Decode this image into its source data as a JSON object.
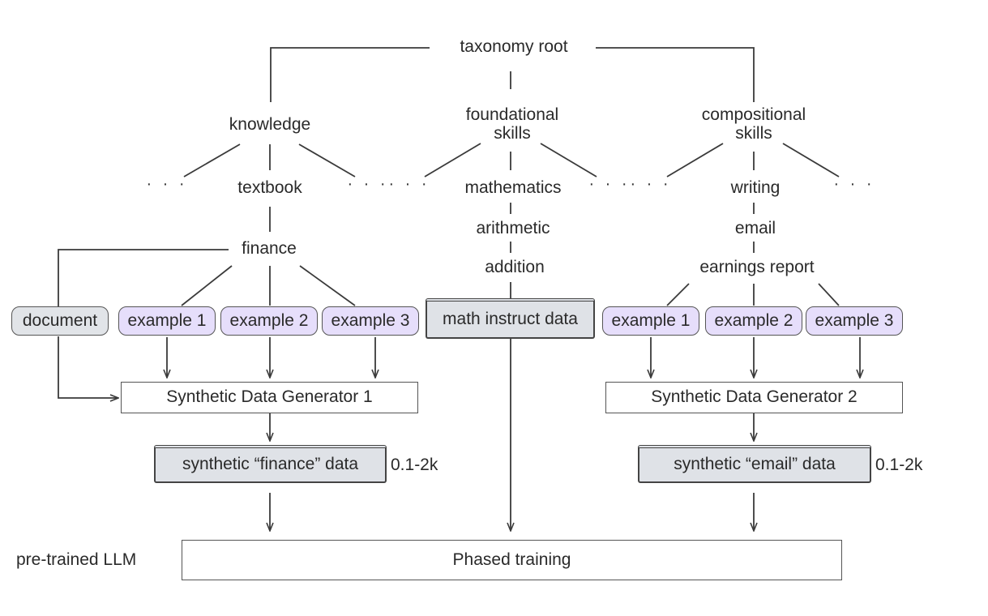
{
  "colors": {
    "line": "#3a3a3a",
    "example_fill": "#e6defb",
    "document_fill": "#e1e4e8",
    "data_fill": "#dfe2e7"
  },
  "taxonomy": {
    "root": "taxonomy root",
    "knowledge": "knowledge",
    "foundational": [
      "foundational",
      "skills"
    ],
    "compositional": [
      "compositional",
      "skills"
    ],
    "textbook": "textbook",
    "mathematics": "mathematics",
    "writing": "writing",
    "finance": "finance",
    "arithmetic": "arithmetic",
    "addition": "addition",
    "email": "email",
    "earnings_report": "earnings report",
    "ellipsis": "· · ·"
  },
  "left_branch": {
    "document": "document",
    "examples": [
      "example 1",
      "example 2",
      "example 3"
    ],
    "generator": "Synthetic Data Generator 1",
    "data": "synthetic “finance” data",
    "count": "0.1-2k"
  },
  "center_branch": {
    "data": "math instruct data"
  },
  "right_branch": {
    "examples": [
      "example 1",
      "example 2",
      "example 3"
    ],
    "generator": "Synthetic Data Generator 2",
    "data": "synthetic “email” data",
    "count": "0.1-2k"
  },
  "training": {
    "input_label": "pre-trained LLM",
    "box": "Phased training"
  }
}
